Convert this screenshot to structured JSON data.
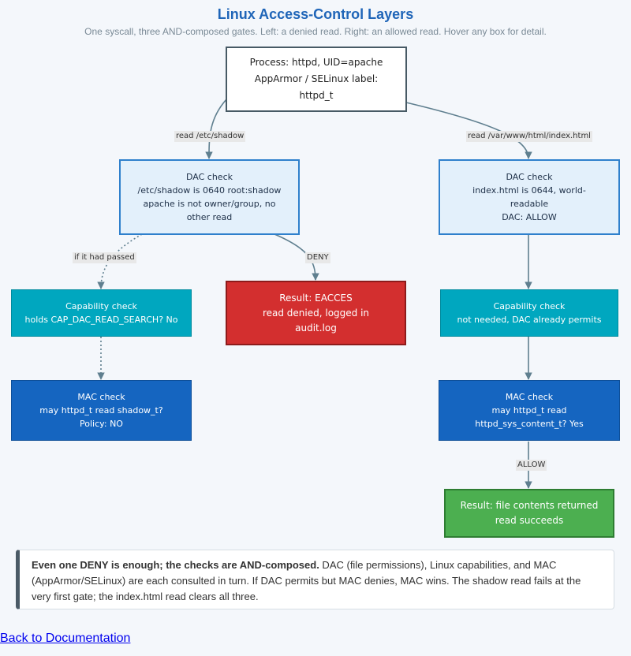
{
  "header": {
    "title": "Linux Access-Control Layers",
    "subtitle": "One syscall, three AND-composed gates. Left: a denied read. Right: an allowed read. Hover any box for detail."
  },
  "nodes": {
    "process": [
      "Process: httpd, UID=apache",
      "AppArmor / SELinux label:",
      "httpd_t"
    ],
    "dac_left": [
      "DAC check",
      "/etc/shadow is 0640 root:shadow",
      "apache is not owner/group, no",
      "other read"
    ],
    "dac_right": [
      "DAC check",
      "index.html is 0644, world-",
      "readable",
      "DAC: ALLOW"
    ],
    "cap_left": [
      "Capability check",
      "holds CAP_DAC_READ_SEARCH? No"
    ],
    "deny": [
      "Result: EACCES",
      "read denied, logged in",
      "audit.log"
    ],
    "cap_right": [
      "Capability check",
      "not needed, DAC already permits"
    ],
    "mac_left": [
      "MAC check",
      "may httpd_t read shadow_t?",
      "Policy: NO"
    ],
    "mac_right": [
      "MAC check",
      "may httpd_t read",
      "httpd_sys_content_t? Yes"
    ],
    "allow": [
      "Result: file contents returned",
      "read succeeds"
    ]
  },
  "edge_labels": {
    "read_shadow": "read /etc/shadow",
    "read_index": "read /var/www/html/index.html",
    "if_passed": "if it had passed",
    "deny": "DENY",
    "allow": "ALLOW"
  },
  "note": {
    "bold": "Even one DENY is enough; the checks are AND-composed.",
    "text": " DAC (file permissions), Linux capabilities, and MAC (AppArmor/SELinux) are each consulted in turn. If DAC permits but MAC denies, MAC wins. The shadow read fails at the very first gate; the index.html read clears all three."
  },
  "footer": {
    "back_link": "Back to Documentation"
  },
  "colors": {
    "title": "#1f65b8",
    "dac_fill": "#e3f0fb",
    "dac_border": "#2f80cc",
    "capability": "#00a7bf",
    "mac": "#1565c0",
    "deny": "#d32f2f",
    "allow": "#4caf50",
    "edge": "#5f7f8f"
  }
}
